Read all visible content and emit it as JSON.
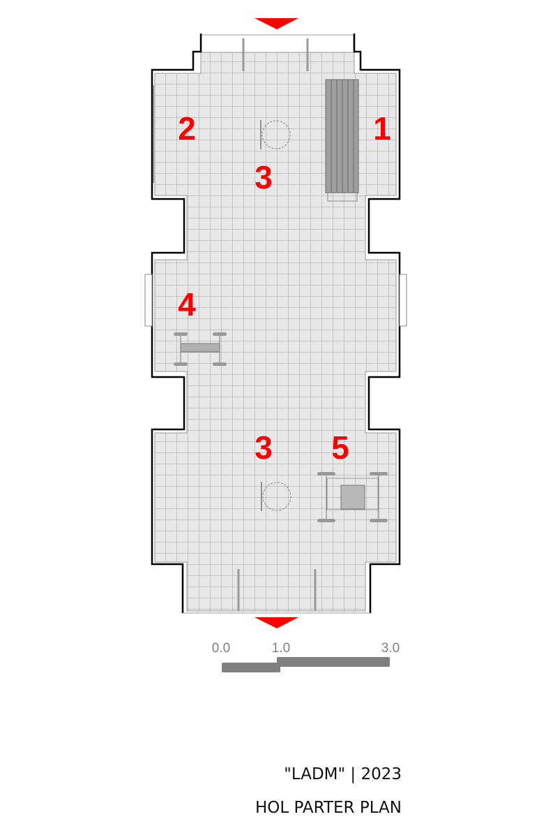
{
  "plan": {
    "zones": [
      {
        "label": "1",
        "name": "bench-area"
      },
      {
        "label": "2",
        "name": "left-area"
      },
      {
        "label": "3",
        "name": "central-aisle-north"
      },
      {
        "label": "4",
        "name": "table-area-west"
      },
      {
        "label": "3",
        "name": "central-aisle-south"
      },
      {
        "label": "5",
        "name": "table-area-east"
      }
    ],
    "colors": {
      "wall": "#000000",
      "floor": "#e8e8e8",
      "grid": "#8a8a8a",
      "marker": "#ff0000",
      "furniture": "#a0a0a0"
    }
  },
  "scale_bar": {
    "labels": [
      "0.0",
      "1.0",
      "3.0"
    ],
    "color": "#808080"
  },
  "caption": {
    "line1": "\"LADM\" | 2023",
    "line2": "HOL PARTER PLAN"
  }
}
